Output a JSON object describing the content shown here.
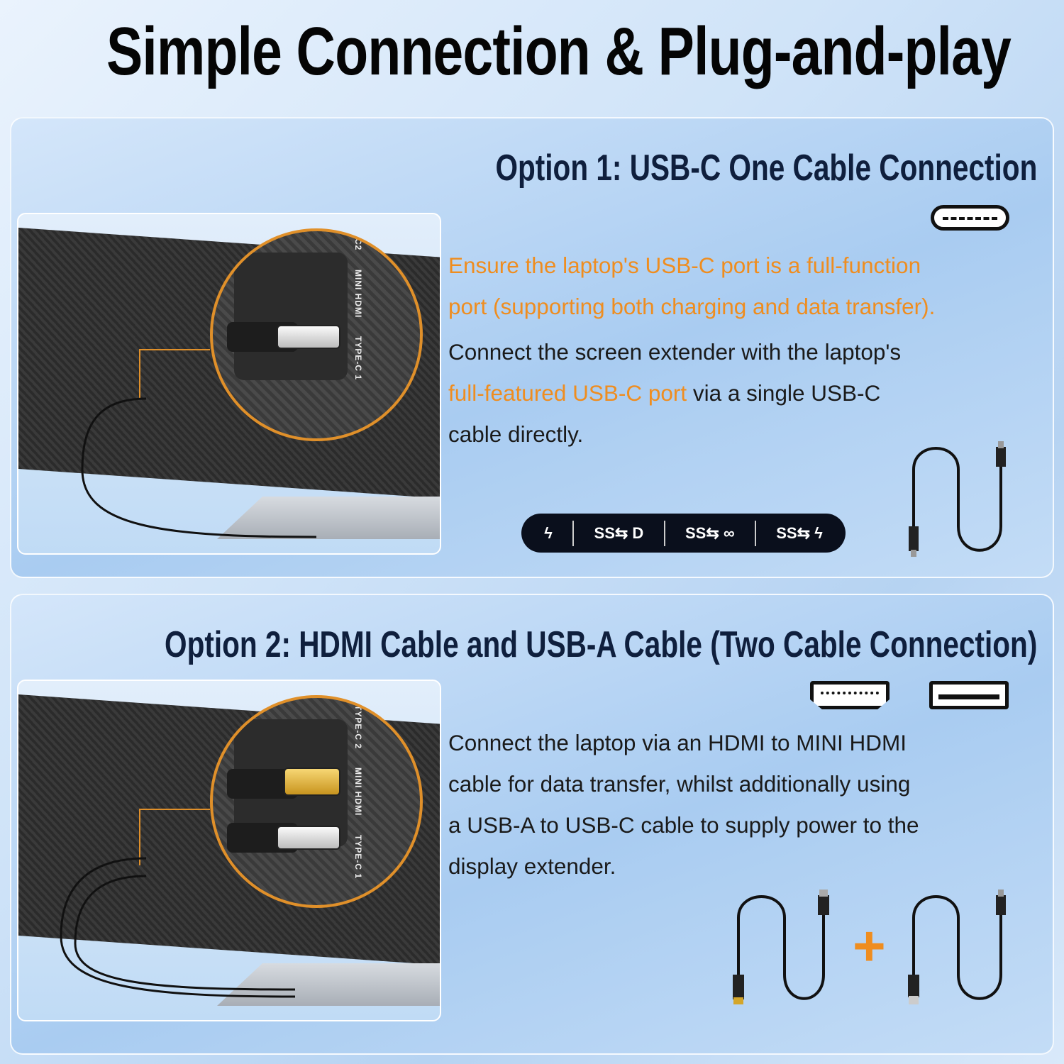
{
  "title": "Simple Connection & Plug-and-play",
  "option1": {
    "heading": "Option 1: USB-C One Cable Connection",
    "port_labels": [
      "C2",
      "MINI HDMI",
      "TYPE-C 1"
    ],
    "warning_lines": [
      "Ensure the laptop's USB-C port is a full-function",
      "port (supporting both charging and data transfer)."
    ],
    "line1": "Connect the screen extender with the laptop's",
    "line2_highlight": "full-featured USB-C port",
    "line2_rest": " via a single USB-C",
    "line3": "cable directly.",
    "badges": [
      {
        "icon": "thunderbolt-icon",
        "label": "ϟ"
      },
      {
        "icon": "displayport-icon",
        "label": "SS⇆ D"
      },
      {
        "icon": "usb-data-icon",
        "label": "SS⇆ ∞"
      },
      {
        "icon": "power-delivery-icon",
        "label": "SS⇆ ϟ"
      }
    ],
    "accent": "#ef8d1f"
  },
  "option2": {
    "heading": "Option 2: HDMI Cable and USB-A Cable (Two Cable Connection)",
    "port_labels": [
      "TYPE-C 2",
      "MINI HDMI",
      "TYPE-C 1"
    ],
    "lines": [
      "Connect the laptop via an HDMI to MINI HDMI",
      "cable for data transfer, whilst additionally using",
      "a USB-A to USB-C cable to supply power to the",
      "display extender."
    ],
    "plus": "+"
  }
}
